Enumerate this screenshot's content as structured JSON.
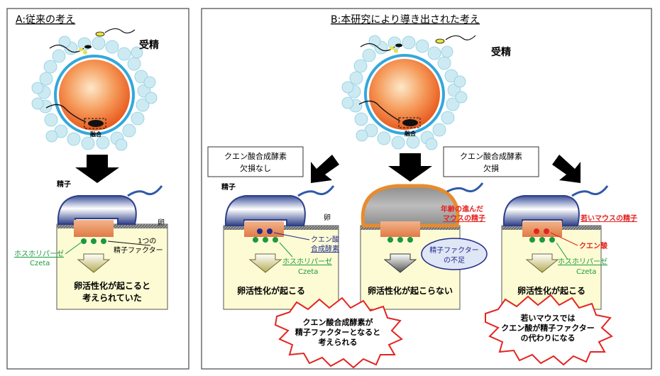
{
  "panel_a": {
    "title": "A:従来の考え",
    "fertilization": "受精",
    "fusion": "融合",
    "sperm": "精子",
    "egg": "卵",
    "plc": [
      "ホスホリパーゼ",
      "Czeta"
    ],
    "factor": [
      "1つの",
      "精子ファクター"
    ],
    "result": [
      "卵活性化が起こると",
      "考えられていた"
    ]
  },
  "panel_b": {
    "title": "B:本研究により導き出された考え",
    "fertilization": "受精",
    "fusion": "融合",
    "box_left": [
      "クエン酸合成酵素",
      "欠損なし"
    ],
    "box_right": [
      "クエン酸合成酵素",
      "欠損"
    ],
    "col1": {
      "sperm": "精子",
      "egg": "卵",
      "enzyme": [
        "クエン酸",
        "合成酵素"
      ],
      "plc": [
        "ホスホリパーゼ",
        "Czeta"
      ],
      "result": "卵活性化が起こる"
    },
    "col2": {
      "aged": [
        "年齢の進んだ",
        "マウスの精子"
      ],
      "lack": [
        "精子ファクター",
        "の不足"
      ],
      "result": "卵活性化が起こらない"
    },
    "col3": {
      "young": "若いマウスの精子",
      "citrate": "クエン酸",
      "plc": [
        "ホスホリパーゼ",
        "Czeta"
      ],
      "result": "卵活性化が起こる"
    },
    "burst_left": [
      "クエン酸合成酵素が",
      "精子ファクターとなると",
      "考えられる"
    ],
    "burst_right": [
      "若いマウスでは",
      "クエン酸が精子ファクター",
      "の代わりになる"
    ]
  },
  "colors": {
    "panel_border": "#555555",
    "egg_fill": "#fdfbd3",
    "sperm_blue": "#2f5aa8",
    "green": "#1a9a3c",
    "red": "#e32420",
    "navy": "#1f2a8c",
    "aged_orange": "#e88b2e"
  }
}
